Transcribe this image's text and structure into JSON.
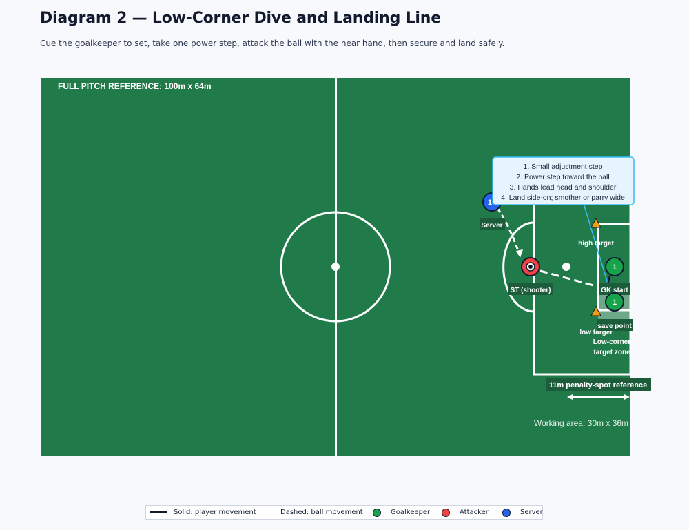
{
  "header": {
    "title": "Diagram 2 — Low-Corner Dive and Landing Line",
    "subtitle": "Cue the goalkeeper to set, take one power step, attack the ball with the near hand, then secure and land safely."
  },
  "pitch": {
    "reference_label": "FULL PITCH REFERENCE: 100m x 64m",
    "working_area_label": "Working area: 30m x 36m",
    "penalty_spot_label": "11m penalty-spot reference",
    "zone_label_line1": "Low-corner",
    "zone_label_line2": "target zone"
  },
  "players": {
    "server": {
      "number": "10",
      "label": "Server"
    },
    "shooter": {
      "label": "ST (shooter)"
    },
    "goalkeeper_start": {
      "number": "1",
      "label": "GK start"
    },
    "goalkeeper_save": {
      "number": "1",
      "label": "save point"
    }
  },
  "targets": {
    "high": "high target",
    "low": "low target"
  },
  "coaching_box": {
    "lines": [
      "1. Small adjustment step",
      "2. Power step toward the ball",
      "3. Hands lead head and shoulder",
      "4. Land side-on; smother or parry wide"
    ]
  },
  "legend": {
    "solid": "Solid: player movement",
    "dashed": "Dashed: ball movement",
    "goalkeeper": "Goalkeeper",
    "attacker": "Attacker",
    "server": "Server"
  },
  "colors": {
    "pitch": "#217a4a",
    "goalkeeper": "#16a34a",
    "attacker": "#ef4444",
    "server": "#2563eb",
    "cone": "#f59e0b",
    "callout_bg": "#e6f4fd",
    "callout_border": "#38bdf8",
    "label_bg": "#1d5c3a"
  }
}
